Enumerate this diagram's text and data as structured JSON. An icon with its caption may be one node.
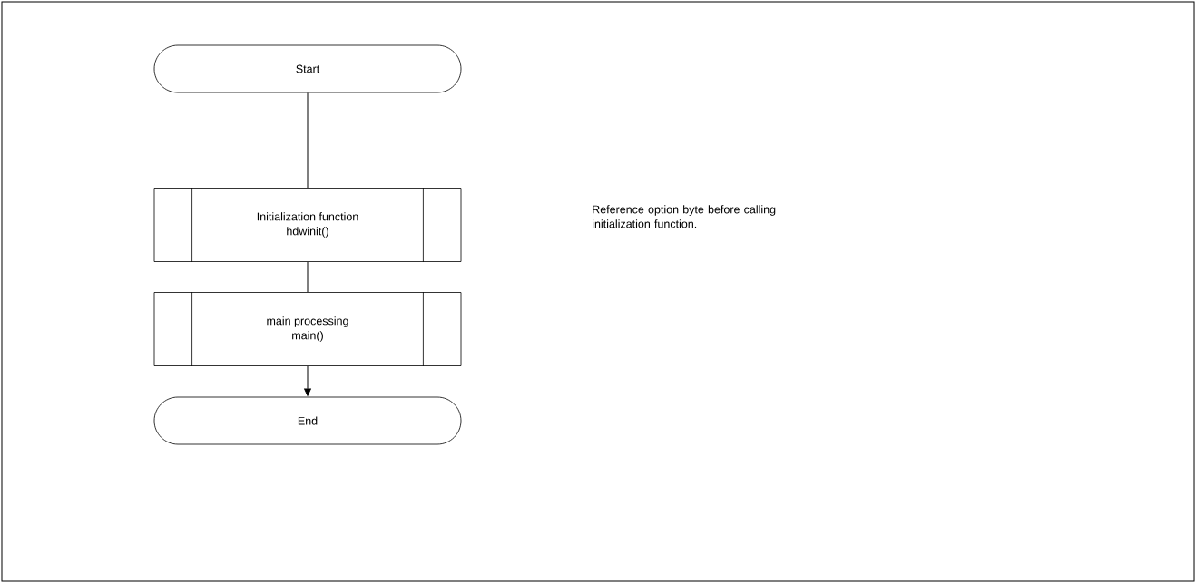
{
  "diagram": {
    "nodes": [
      {
        "text": [
          "Start"
        ]
      },
      {
        "text": [
          "Initialization function",
          "hdwinit()"
        ]
      },
      {
        "text": [
          "main processing",
          "main()"
        ]
      },
      {
        "text": [
          "End"
        ]
      }
    ],
    "edges": [
      {
        "from": 0,
        "to": 1,
        "arrow": "none"
      },
      {
        "from": 1,
        "to": 2,
        "arrow": "none"
      },
      {
        "from": 2,
        "to": 3,
        "arrow": "to"
      }
    ],
    "labels": [
      "Reference option byte before calling initialization function."
    ]
  }
}
